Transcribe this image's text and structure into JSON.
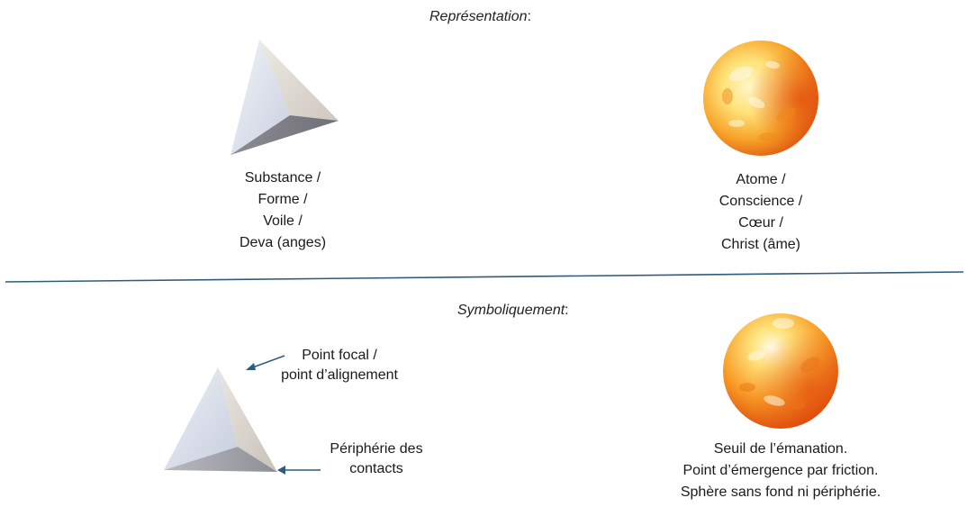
{
  "representation": {
    "heading": "Représentation",
    "colon": ":",
    "left_caption": [
      "Substance /",
      "Forme /",
      "Voile /",
      "Deva (anges)"
    ],
    "right_caption": [
      "Atome /",
      "Conscience /",
      "Cœur /",
      "Christ (âme)"
    ]
  },
  "symbolism": {
    "heading": "Symboliquement",
    "colon": ":",
    "apex_label": [
      "Point focal /",
      "point d’alignement"
    ],
    "base_label": [
      "Périphérie des",
      "contacts"
    ],
    "sphere_caption": [
      "Seuil de l’émanation.",
      "Point d’émergence par friction.",
      "Sphère sans fond ni périphérie."
    ]
  },
  "colors": {
    "divider": "#2e5d7a",
    "arrow": "#2e5d7a",
    "sun_core": "#ffe27a",
    "sun_edge": "#e05a10"
  },
  "icons": {
    "tetrahedron": "tetrahedron-icon",
    "sun": "sun-sphere-icon",
    "arrow": "arrow-left-icon"
  }
}
